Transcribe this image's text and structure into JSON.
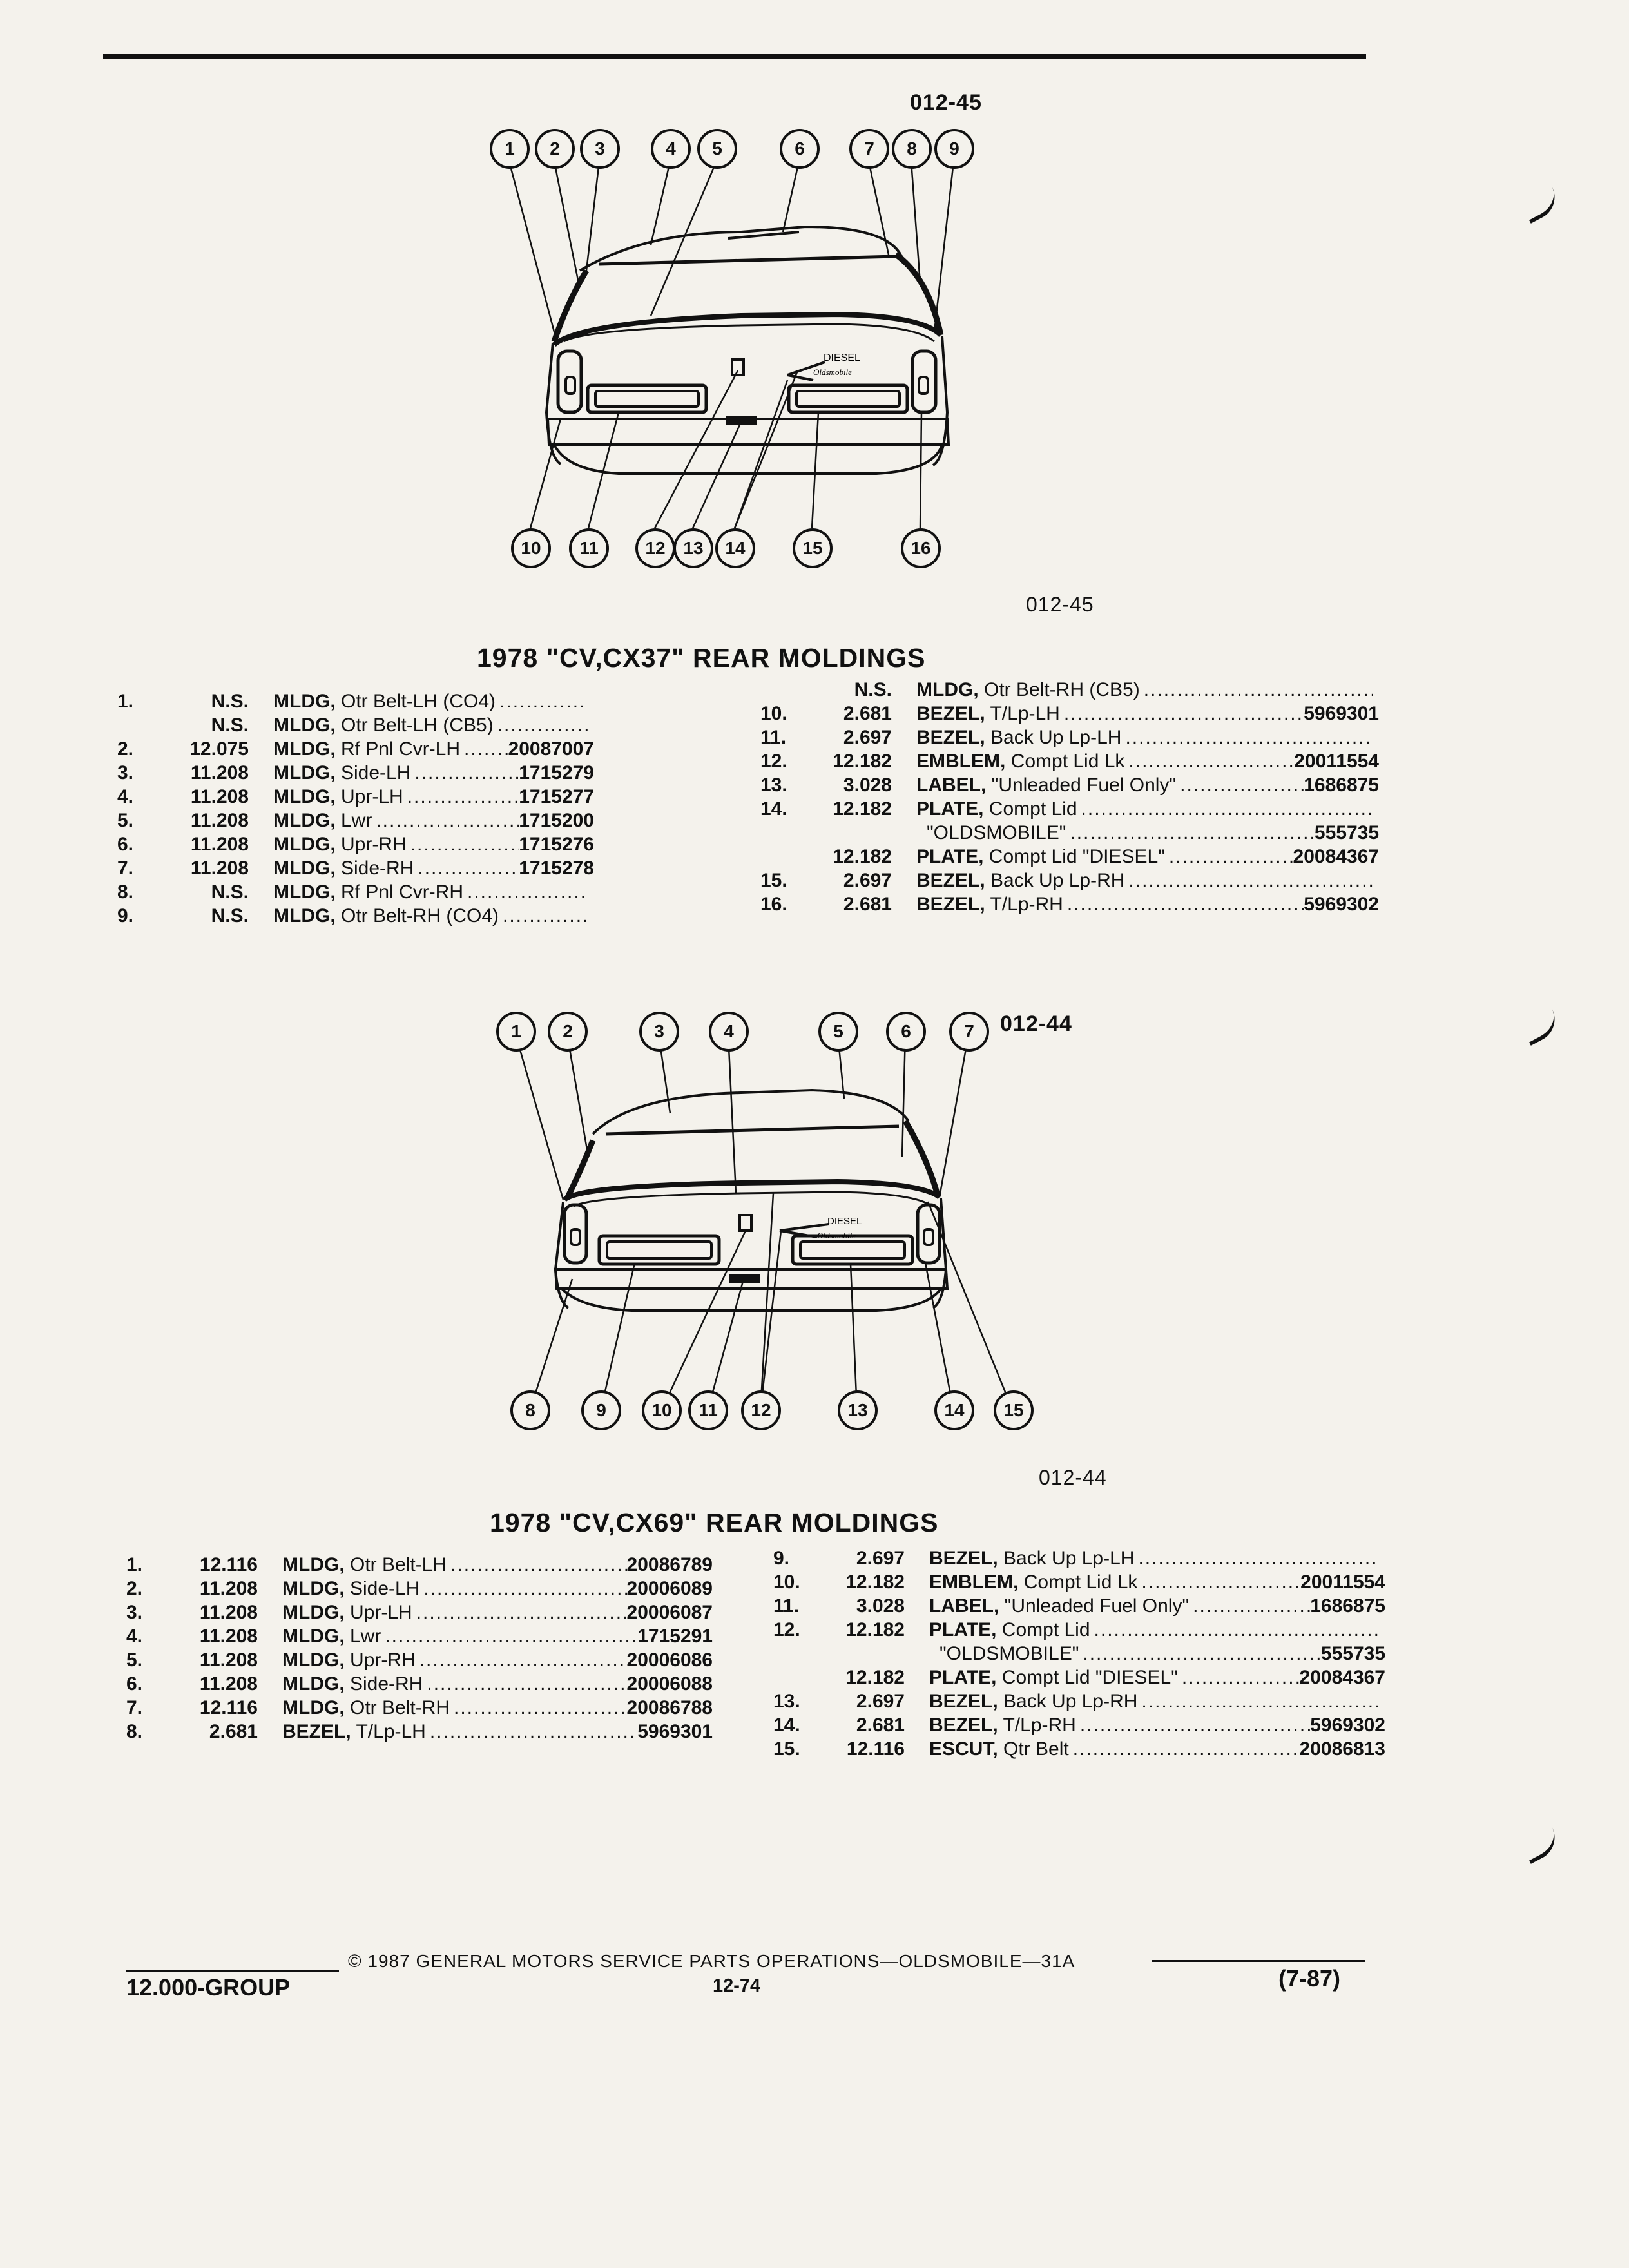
{
  "top_rule": "",
  "figure1": {
    "code_top": "012-45",
    "code_bottom": "012-45",
    "title": "1978 \"CV,CX37\" REAR MOLDINGS",
    "callouts_top": [
      "1",
      "2",
      "3",
      "4",
      "5",
      "6",
      "7",
      "8",
      "9"
    ],
    "callouts_bottom": [
      "10",
      "11",
      "12",
      "13",
      "14",
      "15",
      "16"
    ],
    "badge_text": "DIESEL",
    "badge_script": "Oldsmobile"
  },
  "list1_left": [
    {
      "no": "1.",
      "grp": "N.S.",
      "cat": "MLDG,",
      "desc": "Otr Belt-LH (CO4)",
      "part": ""
    },
    {
      "no": "",
      "grp": "N.S.",
      "cat": "MLDG,",
      "desc": "Otr Belt-LH (CB5)",
      "part": ""
    },
    {
      "no": "2.",
      "grp": "12.075",
      "cat": "MLDG,",
      "desc": "Rf Pnl Cvr-LH",
      "part": "20087007"
    },
    {
      "no": "3.",
      "grp": "11.208",
      "cat": "MLDG,",
      "desc": "Side-LH",
      "part": "1715279"
    },
    {
      "no": "4.",
      "grp": "11.208",
      "cat": "MLDG,",
      "desc": "Upr-LH",
      "part": "1715277"
    },
    {
      "no": "5.",
      "grp": "11.208",
      "cat": "MLDG,",
      "desc": "Lwr",
      "part": "1715200"
    },
    {
      "no": "6.",
      "grp": "11.208",
      "cat": "MLDG,",
      "desc": "Upr-RH",
      "part": "1715276"
    },
    {
      "no": "7.",
      "grp": "11.208",
      "cat": "MLDG,",
      "desc": "Side-RH",
      "part": "1715278"
    },
    {
      "no": "8.",
      "grp": "N.S.",
      "cat": "MLDG,",
      "desc": "Rf Pnl Cvr-RH",
      "part": ""
    },
    {
      "no": "9.",
      "grp": "N.S.",
      "cat": "MLDG,",
      "desc": "Otr Belt-RH (CO4)",
      "part": ""
    }
  ],
  "list1_right": [
    {
      "no": "",
      "grp": "N.S.",
      "cat": "MLDG,",
      "desc": "Otr Belt-RH (CB5)",
      "part": ""
    },
    {
      "no": "10.",
      "grp": "2.681",
      "cat": "BEZEL,",
      "desc": "T/Lp-LH",
      "part": "5969301"
    },
    {
      "no": "11.",
      "grp": "2.697",
      "cat": "BEZEL,",
      "desc": "Back Up Lp-LH",
      "part": ""
    },
    {
      "no": "12.",
      "grp": "12.182",
      "cat": "EMBLEM,",
      "desc": "Compt Lid Lk",
      "part": "20011554"
    },
    {
      "no": "13.",
      "grp": "3.028",
      "cat": "LABEL,",
      "desc": "\"Unleaded Fuel Only\"",
      "part": "1686875"
    },
    {
      "no": "14.",
      "grp": "12.182",
      "cat": "PLATE,",
      "desc": "Compt Lid",
      "part": ""
    },
    {
      "no": "",
      "grp": "",
      "cat": "",
      "desc": "\"OLDSMOBILE\"",
      "part": "555735"
    },
    {
      "no": "",
      "grp": "12.182",
      "cat": "PLATE,",
      "desc": "Compt Lid \"DIESEL\"",
      "part": "20084367"
    },
    {
      "no": "15.",
      "grp": "2.697",
      "cat": "BEZEL,",
      "desc": "Back Up Lp-RH",
      "part": ""
    },
    {
      "no": "16.",
      "grp": "2.681",
      "cat": "BEZEL,",
      "desc": "T/Lp-RH",
      "part": "5969302"
    }
  ],
  "figure2": {
    "code_top": "012-44",
    "code_bottom": "012-44",
    "title": "1978 \"CV,CX69\" REAR MOLDINGS",
    "callouts_top": [
      "1",
      "2",
      "3",
      "4",
      "5",
      "6",
      "7"
    ],
    "callouts_bottom": [
      "8",
      "9",
      "10",
      "11",
      "12",
      "13",
      "14",
      "15"
    ],
    "badge_text": "DIESEL",
    "badge_script": "Oldsmobile"
  },
  "list2_left": [
    {
      "no": "1.",
      "grp": "12.116",
      "cat": "MLDG,",
      "desc": "Otr Belt-LH",
      "part": "20086789"
    },
    {
      "no": "2.",
      "grp": "11.208",
      "cat": "MLDG,",
      "desc": "Side-LH",
      "part": "20006089"
    },
    {
      "no": "3.",
      "grp": "11.208",
      "cat": "MLDG,",
      "desc": "Upr-LH",
      "part": "20006087"
    },
    {
      "no": "4.",
      "grp": "11.208",
      "cat": "MLDG,",
      "desc": "Lwr",
      "part": "1715291"
    },
    {
      "no": "5.",
      "grp": "11.208",
      "cat": "MLDG,",
      "desc": "Upr-RH",
      "part": "20006086"
    },
    {
      "no": "6.",
      "grp": "11.208",
      "cat": "MLDG,",
      "desc": "Side-RH",
      "part": "20006088"
    },
    {
      "no": "7.",
      "grp": "12.116",
      "cat": "MLDG,",
      "desc": "Otr Belt-RH",
      "part": "20086788"
    },
    {
      "no": "8.",
      "grp": "2.681",
      "cat": "BEZEL,",
      "desc": "T/Lp-LH",
      "part": "5969301"
    }
  ],
  "list2_right": [
    {
      "no": "9.",
      "grp": "2.697",
      "cat": "BEZEL,",
      "desc": "Back Up Lp-LH",
      "part": ""
    },
    {
      "no": "10.",
      "grp": "12.182",
      "cat": "EMBLEM,",
      "desc": "Compt Lid Lk",
      "part": "20011554"
    },
    {
      "no": "11.",
      "grp": "3.028",
      "cat": "LABEL,",
      "desc": "\"Unleaded Fuel Only\"",
      "part": "1686875"
    },
    {
      "no": "12.",
      "grp": "12.182",
      "cat": "PLATE,",
      "desc": "Compt Lid",
      "part": ""
    },
    {
      "no": "",
      "grp": "",
      "cat": "",
      "desc": "\"OLDSMOBILE\"",
      "part": "555735"
    },
    {
      "no": "",
      "grp": "12.182",
      "cat": "PLATE,",
      "desc": "Compt Lid \"DIESEL\"",
      "part": "20084367"
    },
    {
      "no": "13.",
      "grp": "2.697",
      "cat": "BEZEL,",
      "desc": "Back Up Lp-RH",
      "part": ""
    },
    {
      "no": "14.",
      "grp": "2.681",
      "cat": "BEZEL,",
      "desc": "T/Lp-RH",
      "part": "5969302"
    },
    {
      "no": "15.",
      "grp": "12.116",
      "cat": "ESCUT,",
      "desc": "Qtr Belt",
      "part": "20086813"
    }
  ],
  "footer": {
    "copyright": "© 1987 GENERAL MOTORS SERVICE PARTS OPERATIONS—OLDSMOBILE—31A",
    "group": "12.000-GROUP",
    "page": "12-74",
    "date": "(7-87)"
  }
}
